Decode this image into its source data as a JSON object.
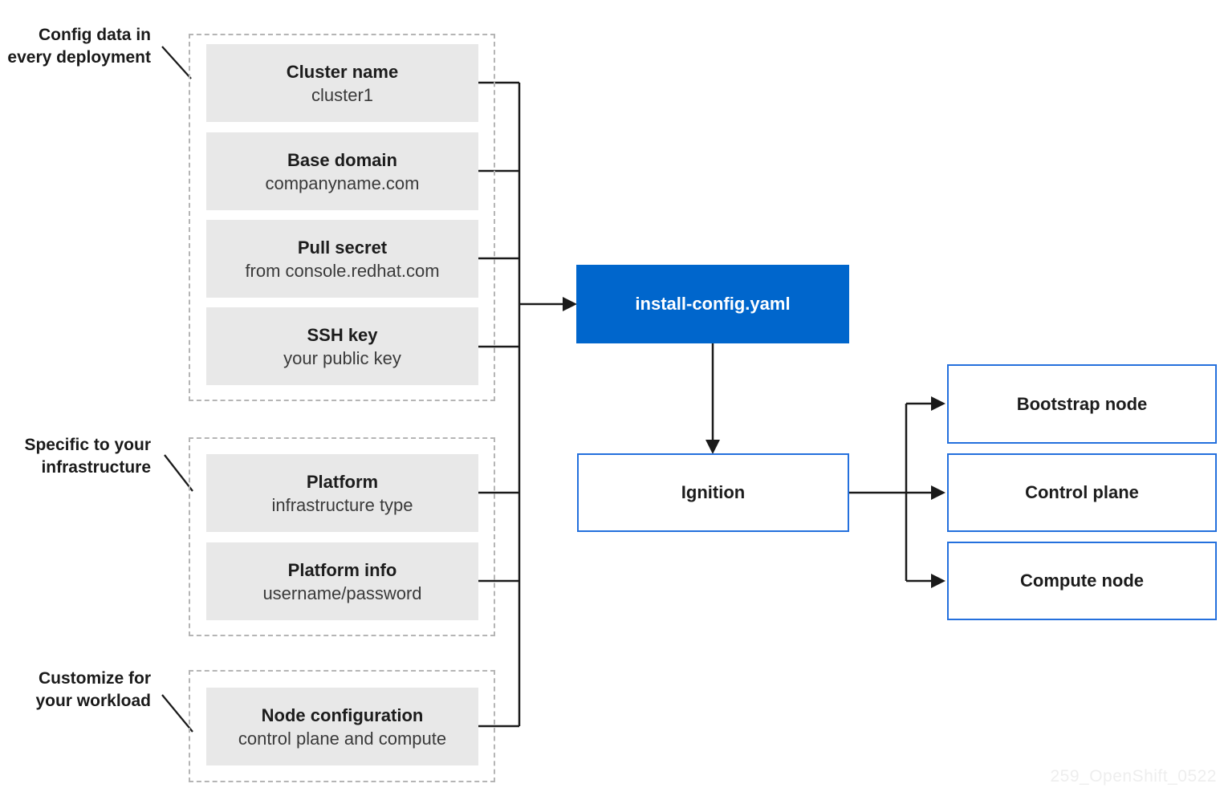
{
  "groups": [
    {
      "label": [
        "Config data in",
        "every deployment"
      ],
      "boxes": [
        {
          "title": "Cluster name",
          "subtitle": "cluster1"
        },
        {
          "title": "Base domain",
          "subtitle": "companyname.com"
        },
        {
          "title": "Pull secret",
          "subtitle": "from console.redhat.com"
        },
        {
          "title": "SSH key",
          "subtitle": "your public key"
        }
      ]
    },
    {
      "label": [
        "Specific to your",
        "infrastructure"
      ],
      "boxes": [
        {
          "title": "Platform",
          "subtitle": "infrastructure type"
        },
        {
          "title": "Platform info",
          "subtitle": "username/password"
        }
      ]
    },
    {
      "label": [
        "Customize for",
        "your workload"
      ],
      "boxes": [
        {
          "title": "Node configuration",
          "subtitle": "control plane and compute"
        }
      ]
    }
  ],
  "install_config": {
    "label": "install-config.yaml"
  },
  "ignition": {
    "label": "Ignition"
  },
  "outputs": [
    {
      "label": "Bootstrap node"
    },
    {
      "label": "Control plane"
    },
    {
      "label": "Compute node"
    }
  ],
  "watermark": "259_OpenShift_0522",
  "colors": {
    "accent_blue": "#0066cc",
    "outline_blue": "#2470dd",
    "box_gray": "#e8e8e8",
    "dash_gray": "#b5b5b5",
    "line_black": "#1a1a1a",
    "watermark_gray": "#eeeeee"
  }
}
